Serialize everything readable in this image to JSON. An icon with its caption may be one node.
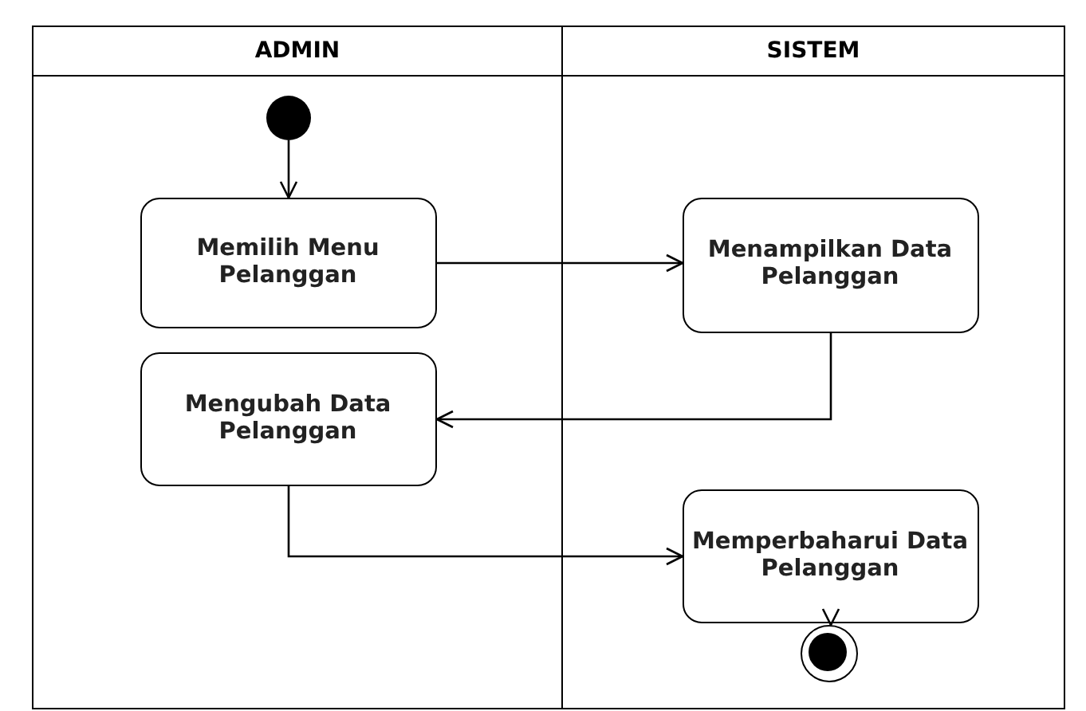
{
  "diagram": {
    "nodes": [
      {
        "text": [
          "ADMIN"
        ]
      },
      {
        "text": [
          "SISTEM"
        ]
      },
      {
        "text": [],
        "shape": "circle",
        "in": 0
      },
      {
        "text": [
          "Memilih Menu Pelanggan"
        ],
        "in": 0
      },
      {
        "text": [
          "Menampilkan Data Pelanggan"
        ],
        "in": 1
      },
      {
        "text": [
          "Mengubah Data Pelanggan"
        ],
        "in": 0
      },
      {
        "text": [
          "Memperbaharui Data Pelanggan"
        ],
        "in": 1
      },
      {
        "text": [],
        "shape": "circle",
        "in": 1
      }
    ],
    "edges": [
      {
        "from": 2,
        "to": 3,
        "arrow": "to"
      },
      {
        "from": 3,
        "to": 4,
        "arrow": "to"
      },
      {
        "from": 4,
        "to": 5,
        "arrow": "to"
      },
      {
        "from": 5,
        "to": 6,
        "arrow": "to"
      },
      {
        "from": 6,
        "to": 7,
        "arrow": "to"
      }
    ]
  }
}
